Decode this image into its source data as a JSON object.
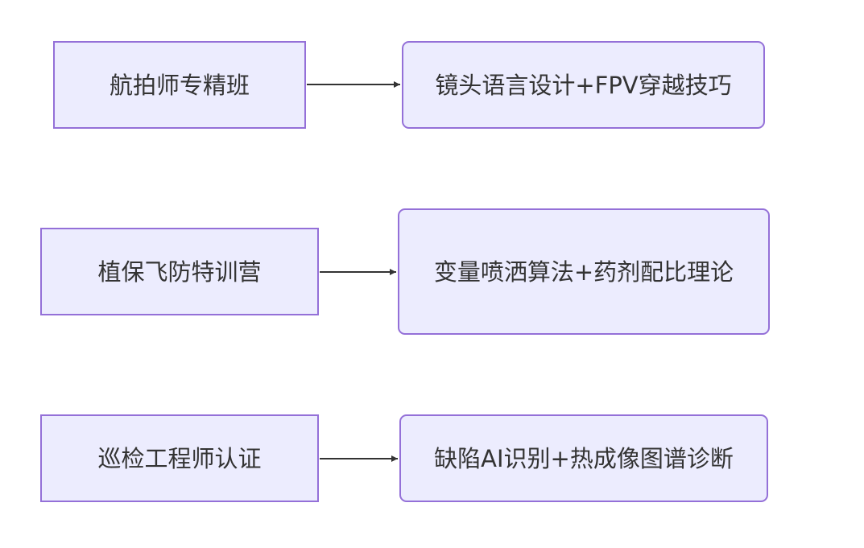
{
  "diagram": {
    "rows": [
      {
        "source": "航拍师专精班",
        "target": "镜头语言设计+FPV穿越技巧"
      },
      {
        "source": "植保飞防特训营",
        "target": "变量喷洒算法+药剂配比理论"
      },
      {
        "source": "巡检工程师认证",
        "target": "缺陷AI识别+热成像图谱诊断"
      }
    ],
    "colors": {
      "node_fill": "#ececfe",
      "node_border": "#9470d8",
      "text": "#333333",
      "edge": "#333333"
    }
  }
}
